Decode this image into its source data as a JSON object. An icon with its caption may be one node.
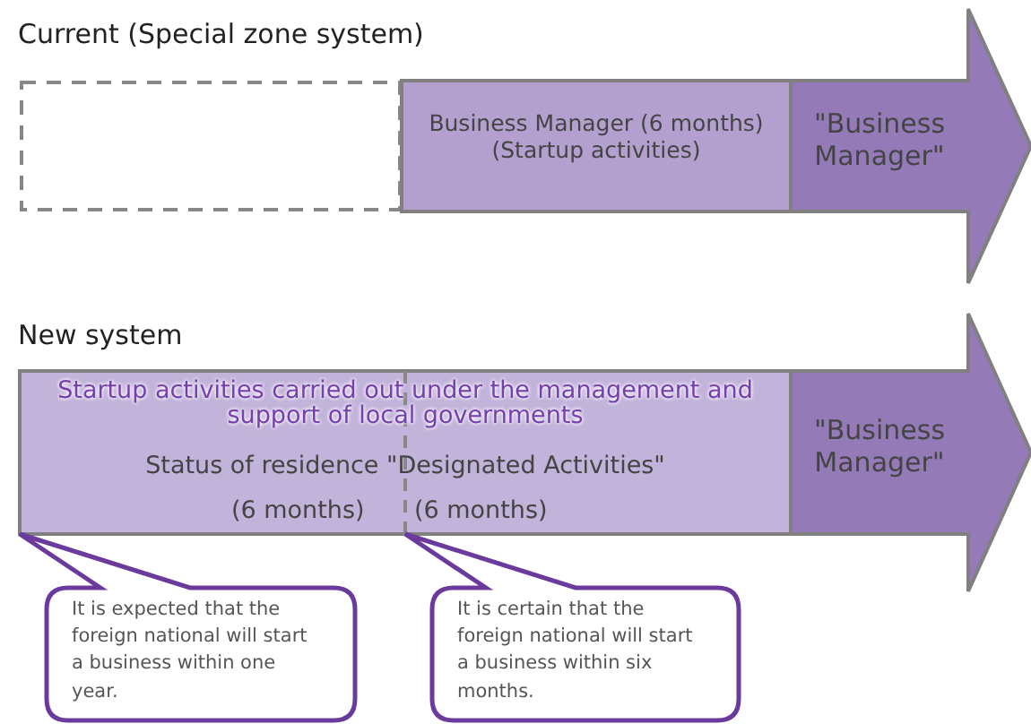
{
  "diagram": {
    "nodes": [
      {
        "text": [],
        "shape": "box"
      },
      {
        "text": [
          "Business Manager (6 months) (Startup activities)"
        ]
      },
      {
        "text": [
          "\"Business Manager\""
        ]
      },
      {
        "text": [
          "Startup activities carried out under the management and support of local governments",
          "Status of residence \"Designated Activities\""
        ]
      },
      {
        "text": [
          "\"Business Manager\""
        ]
      },
      {
        "text": [
          "It is expected that the foreign national will start a business within one year."
        ]
      },
      {
        "text": [
          "It is certain that the foreign national will start a business within six months."
        ]
      }
    ],
    "labels": [
      "Current (Special zone system)",
      "New system",
      "(6 months)",
      "(6 months)"
    ]
  }
}
